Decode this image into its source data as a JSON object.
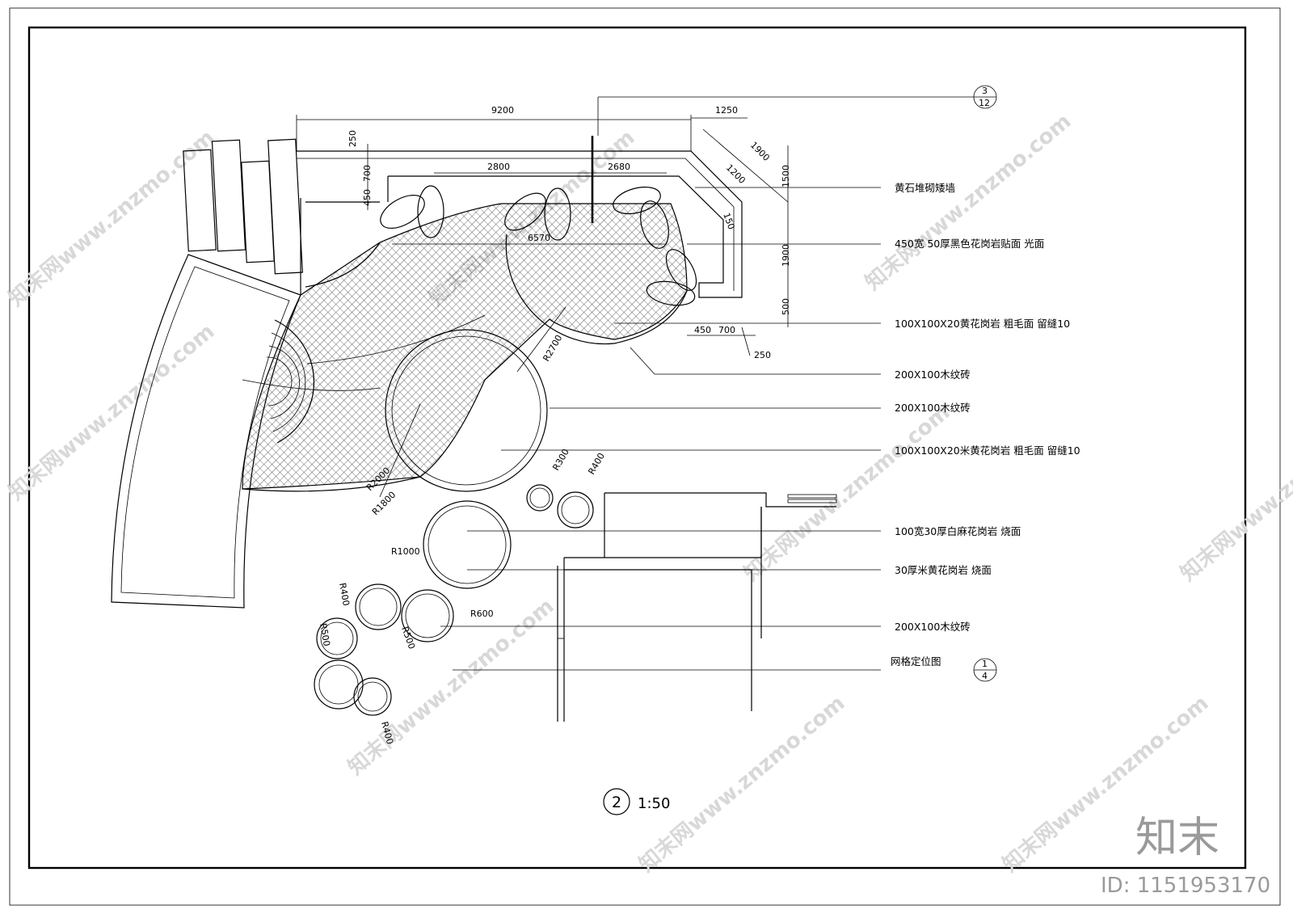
{
  "drawing": {
    "overall_width_dim": "9200",
    "dims_top": [
      "250",
      "700",
      "450",
      "2800",
      "2680",
      "6570",
      "1250",
      "1900",
      "1200",
      "1500",
      "150",
      "1900",
      "500",
      "450",
      "700",
      "250"
    ],
    "radius_labels": [
      "R2700",
      "R2000",
      "R1800",
      "R300",
      "R400",
      "R1000",
      "R400",
      "R500",
      "R500",
      "R600",
      "R400"
    ],
    "callouts": [
      "黄石堆砌矮墙",
      "450宽 50厚黑色花岗岩贴面 光面",
      "100X100X20黄花岗岩 粗毛面 留缝10",
      "200X100木纹砖",
      "200X100木纹砖",
      "100X100X20米黄花岗岩 粗毛面 留缝10",
      "100宽30厚白麻花岗岩 烧面",
      "30厚米黄花岗岩 烧面",
      "200X100木纹砖",
      "网格定位图"
    ],
    "detail_ref_top": {
      "num": "3",
      "sheet": "12"
    },
    "detail_ref_grid": {
      "num": "1",
      "sheet": "4"
    },
    "view_number": "2",
    "scale": "1:50"
  },
  "watermark": {
    "text": "知末网www.znzmo.com",
    "brand": "知末",
    "id": "ID: 1151953170"
  }
}
